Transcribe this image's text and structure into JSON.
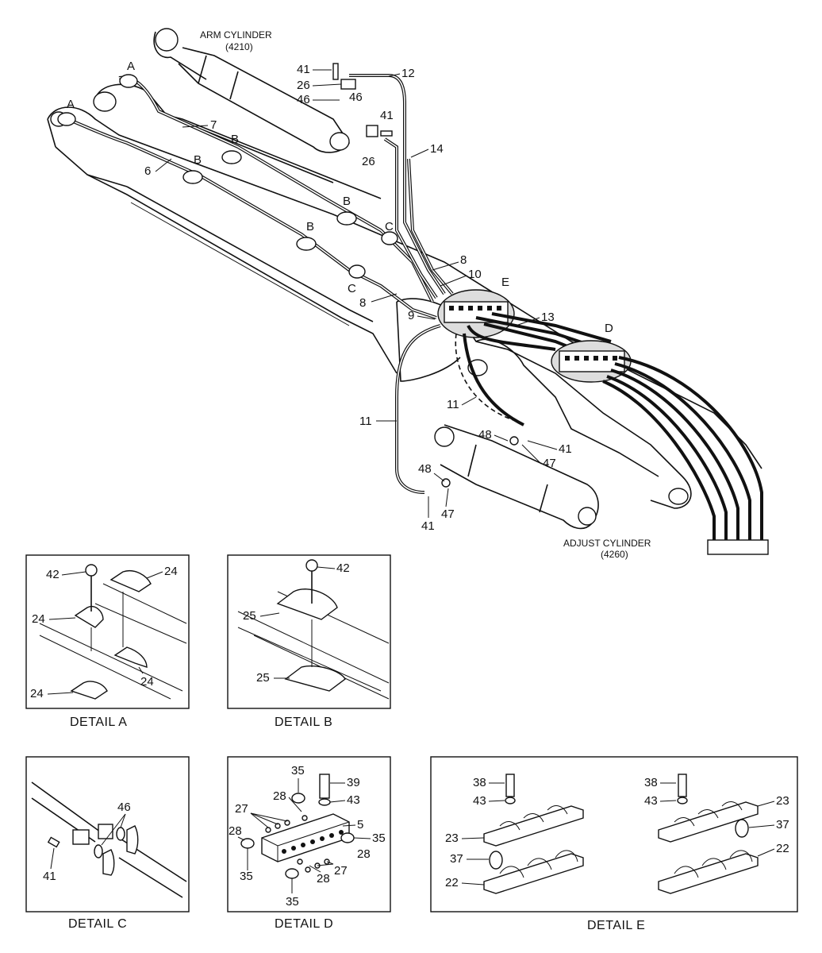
{
  "main_view": {
    "arm_cylinder": {
      "name": "ARM CYLINDER",
      "code": "(4210)"
    },
    "adjust_cylinder": {
      "name": "ADJUST CYLINDER",
      "code": "(4260)"
    },
    "labels": {
      "a1": "A",
      "a2": "A",
      "b1": "B",
      "b2": "B",
      "b3": "B",
      "b4": "B",
      "c1": "C",
      "c2": "C",
      "d": "D",
      "e": "E",
      "p41a": "41",
      "p12": "12",
      "p26a": "26",
      "p46a": "46",
      "p46b": "46",
      "p41b": "41",
      "p26b": "26",
      "p14": "14",
      "p7": "7",
      "p6": "6",
      "p8a": "8",
      "p10": "10",
      "p8b": "8",
      "p9": "9",
      "p13": "13",
      "p11a": "11",
      "p11b": "11",
      "p48a": "48",
      "p41c": "41",
      "p47a": "47",
      "p48b": "48",
      "p47b": "47",
      "p41d": "41"
    }
  },
  "details": {
    "a": {
      "title": "DETAIL  A",
      "p42": "42",
      "p24a": "24",
      "p24b": "24",
      "p24c": "24",
      "p24d": "24"
    },
    "b": {
      "title": "DETAIL  B",
      "p42": "42",
      "p25a": "25",
      "p25b": "25"
    },
    "c": {
      "title": "DETAIL  C",
      "p46": "46",
      "p41": "41"
    },
    "d": {
      "title": "DETAIL  D",
      "p35a": "35",
      "p39": "39",
      "p28a": "28",
      "p43": "43",
      "p27a": "27",
      "p5": "5",
      "p28b": "28",
      "p35b": "35",
      "p28c": "28",
      "p35c": "35",
      "p28d": "28",
      "p27b": "27",
      "p35d": "35"
    },
    "e": {
      "title": "DETAIL E",
      "p38a": "38",
      "p43a": "43",
      "p23a": "23",
      "p37a": "37",
      "p22a": "22",
      "p38b": "38",
      "p43b": "43",
      "p23b": "23",
      "p37b": "37",
      "p22b": "22"
    }
  }
}
